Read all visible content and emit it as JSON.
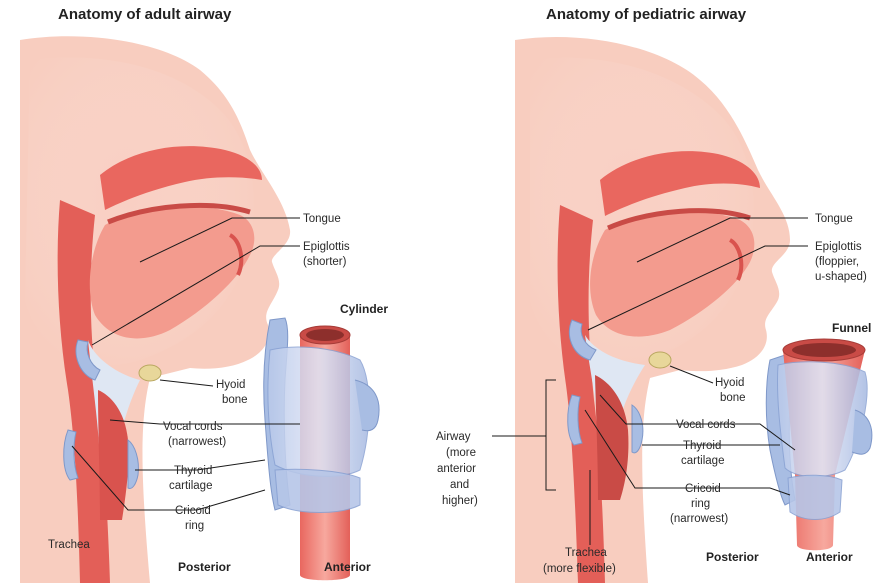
{
  "panels": {
    "adult": {
      "title": "Anatomy of adult airway",
      "labels": {
        "tongue": "Tongue",
        "epiglottis": "Epiglottis",
        "epiglottis_note": "(shorter)",
        "hyoid_1": "Hyoid",
        "hyoid_2": "bone",
        "vocal_1": "Vocal cords",
        "vocal_2": "(narrowest)",
        "thyroid_1": "Thyroid",
        "thyroid_2": "cartilage",
        "cricoid_1": "Cricoid",
        "cricoid_2": "ring",
        "trachea": "Trachea",
        "shape": "Cylinder",
        "posterior": "Posterior",
        "anterior": "Anterior"
      }
    },
    "pediatric": {
      "title": "Anatomy of pediatric airway",
      "labels": {
        "tongue": "Tongue",
        "epiglottis": "Epiglottis",
        "epiglottis_note_1": "(floppier,",
        "epiglottis_note_2": "u-shaped)",
        "hyoid_1": "Hyoid",
        "hyoid_2": "bone",
        "vocal": "Vocal cords",
        "thyroid_1": "Thyroid",
        "thyroid_2": "cartilage",
        "cricoid_1": "Cricoid",
        "cricoid_2": "ring",
        "cricoid_3": "(narrowest)",
        "airway_1": "Airway",
        "airway_2": "(more",
        "airway_3": "anterior",
        "airway_4": "and",
        "airway_5": "higher)",
        "trachea_1": "Trachea",
        "trachea_2": "(more flexible)",
        "shape": "Funnel",
        "posterior": "Posterior",
        "anterior": "Anterior"
      }
    }
  },
  "colors": {
    "skin": "#f7c9bd",
    "tissue": "#e9675f",
    "tissue_dark": "#c94b46",
    "tongue": "#f49c8f",
    "cartilage": "#a8bde3",
    "cartilage_dark": "#7f98c9",
    "hyoid": "#e8d79a",
    "airway_space": "#dfe7f3"
  }
}
